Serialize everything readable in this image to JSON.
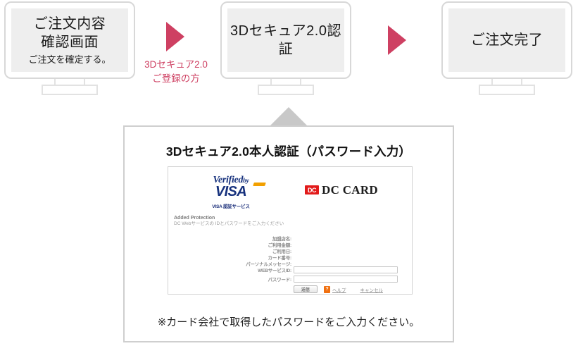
{
  "flow": {
    "steps": [
      {
        "id": "order-confirm",
        "title_line1": "ご注文内容",
        "title_line2": "確認画面",
        "subtitle": "ご注文を確定する。"
      },
      {
        "id": "three-d-secure-auth",
        "title_line1": "3Dセキュア2.0認証",
        "title_line2": "",
        "subtitle": ""
      },
      {
        "id": "order-complete",
        "title_line1": "ご注文完了",
        "title_line2": "",
        "subtitle": ""
      }
    ],
    "arrows": [
      {
        "id": "arrow-1",
        "caption_line1": "3Dセキュア2.0",
        "caption_line2": "ご登録の方",
        "color": "#ce4062"
      },
      {
        "id": "arrow-2",
        "caption_line1": "",
        "caption_line2": "",
        "color": "#ce4062"
      }
    ]
  },
  "panel": {
    "title": "3Dセキュア2.0本人認証（パスワード入力）",
    "note": "※カード会社で取得したパスワードをご入力ください。"
  },
  "card_form": {
    "verified_by_visa": {
      "verified": "Verified",
      "by": "by",
      "visa": "VISA",
      "jp_service": "VISA 認証サービス"
    },
    "dc_card": {
      "mark": "DC",
      "name": "DC CARD"
    },
    "added_protection": {
      "line1": "Added Protection",
      "line2": "DC Webサービスの IDとパスワードをご入力ください"
    },
    "fields": [
      {
        "label": "加盟店名:",
        "value": "",
        "has_input": false
      },
      {
        "label": "ご利用金額:",
        "value": "",
        "has_input": false
      },
      {
        "label": "ご利用日:",
        "value": "",
        "has_input": false
      },
      {
        "label": "カード番号:",
        "value": "",
        "has_input": false
      },
      {
        "label": "パーソナルメッセージ:",
        "value": "",
        "has_input": false
      },
      {
        "label": "WEBサービスID:",
        "value": "",
        "has_input": true
      },
      {
        "label": "パスワード:",
        "value": "",
        "has_input": true
      }
    ],
    "buttons": {
      "submit": "送信",
      "help_icon": "?",
      "help": "ヘルプ",
      "cancel": "キャンセル"
    }
  },
  "colors": {
    "accent_pink": "#ce4062",
    "screen_gray": "#eeeeee",
    "bezel_gray": "#d8d8d8",
    "panel_border": "#cfcfcf",
    "visa_blue": "#16317d",
    "visa_orange": "#f2a000",
    "dc_red": "#e21b1b"
  }
}
